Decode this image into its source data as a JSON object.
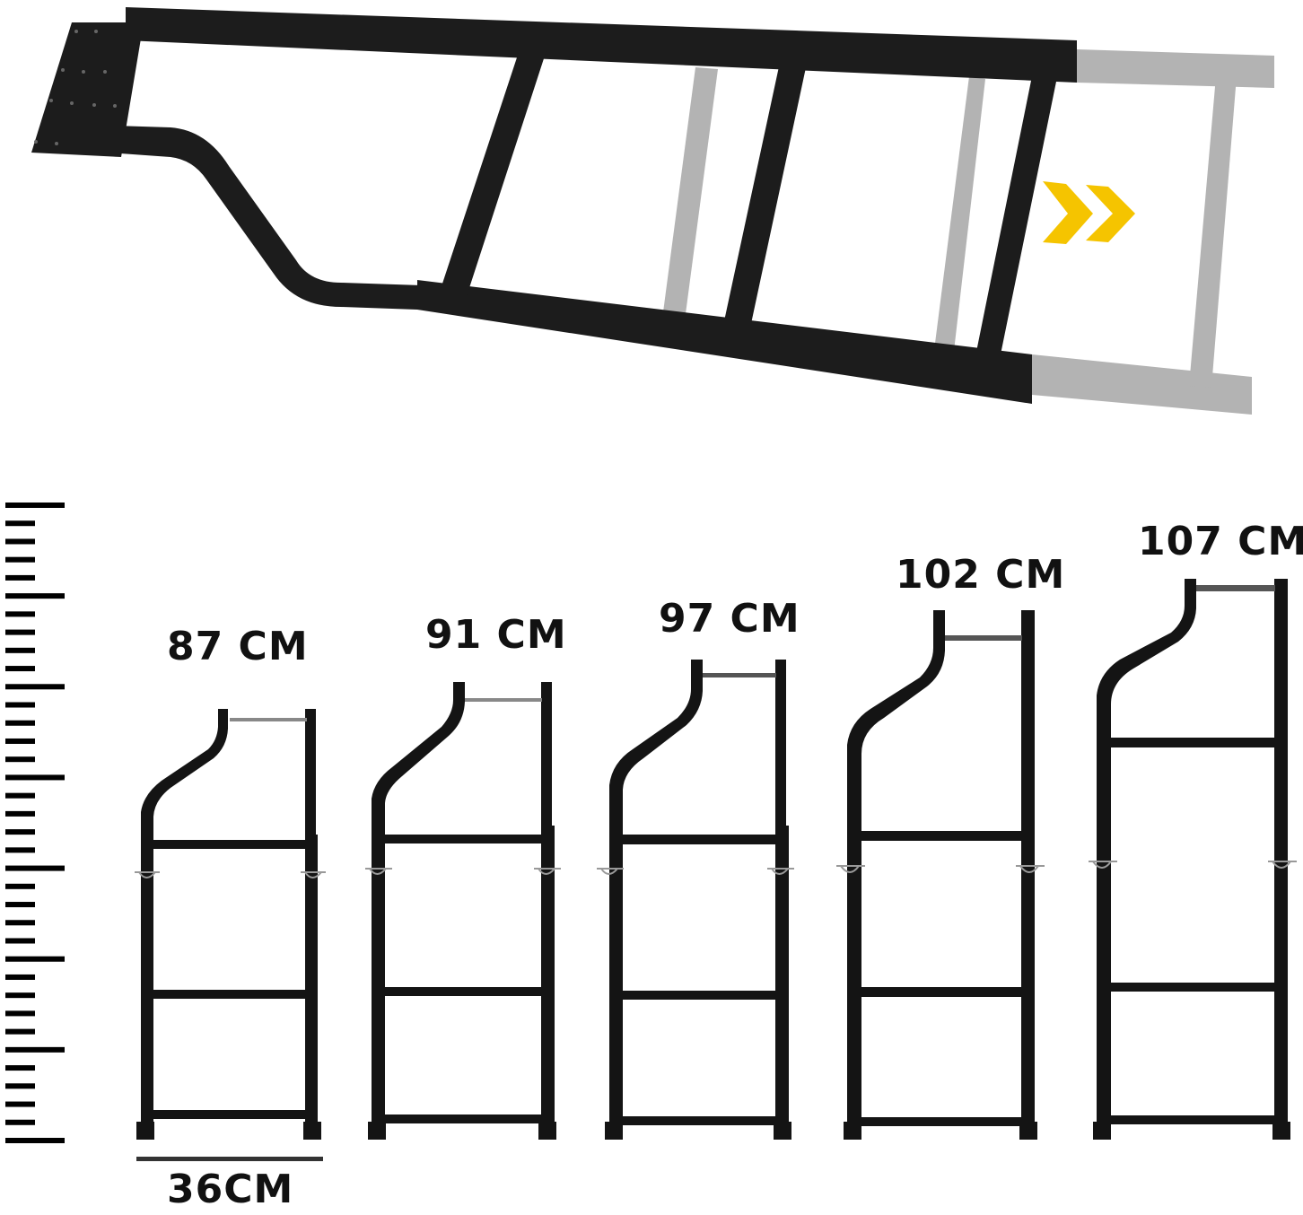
{
  "hero": {
    "description": "Telescoping ladder extended (gray ghost shows extension)",
    "arrow_icon": "double-chevron-right",
    "arrow_color": "#f5c400",
    "frame_color": "#1c1c1c",
    "ghost_color": "#a6a6a6"
  },
  "ruler": {
    "major_ticks": 7,
    "minor_per_major": 4,
    "color": "#000000"
  },
  "ladders": [
    {
      "height_label": "87 CM"
    },
    {
      "height_label": "91 CM"
    },
    {
      "height_label": "97 CM"
    },
    {
      "height_label": "102 CM"
    },
    {
      "height_label": "107 CM"
    }
  ],
  "width_label": "36CM"
}
